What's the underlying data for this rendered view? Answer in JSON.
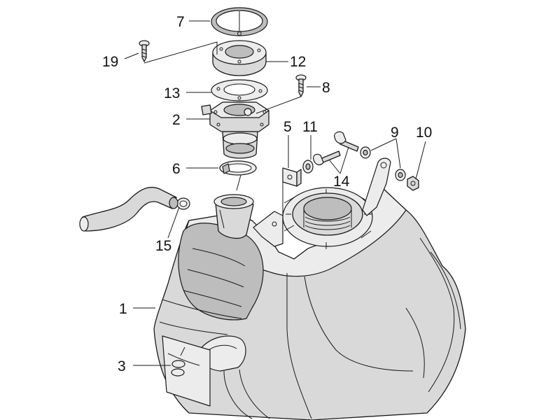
{
  "callouts": [
    {
      "id": "7",
      "label": "7"
    },
    {
      "id": "12",
      "label": "12"
    },
    {
      "id": "19",
      "label": "19"
    },
    {
      "id": "13",
      "label": "13"
    },
    {
      "id": "8",
      "label": "8"
    },
    {
      "id": "2",
      "label": "2"
    },
    {
      "id": "5",
      "label": "5"
    },
    {
      "id": "11",
      "label": "11"
    },
    {
      "id": "9",
      "label": "9"
    },
    {
      "id": "10",
      "label": "10"
    },
    {
      "id": "6",
      "label": "6"
    },
    {
      "id": "14",
      "label": "14"
    },
    {
      "id": "15",
      "label": "15"
    },
    {
      "id": "1",
      "label": "1"
    },
    {
      "id": "3",
      "label": "3"
    }
  ],
  "colors": {
    "line": "#1a1a1a",
    "fill": "#d9d9d9",
    "fill_light": "#ececec",
    "fill_dark": "#bdbdbd",
    "background": "#ffffff"
  }
}
